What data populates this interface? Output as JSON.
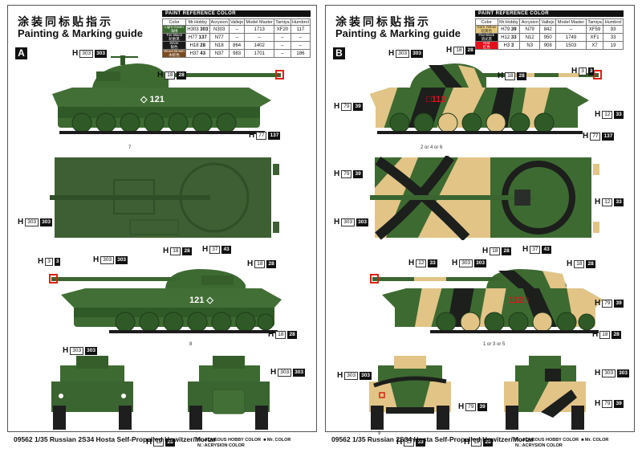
{
  "panels": [
    {
      "id": "A",
      "title_cn": "涂装同标贴指示",
      "title_en": "Painting & Marking guide",
      "scheme_letter": "A",
      "paint_table": {
        "header": "PAINT REFERENCE COLOR",
        "columns": [
          "Color",
          "Mr.Hobby",
          "Acrysion",
          "Vallejo",
          "Model Master",
          "Tamiya",
          "Humbrol"
        ],
        "rows": [
          {
            "color": "Light Green",
            "color_cn": "浅绿",
            "swatch": "#3a6b2e",
            "mr_hobby_h": "303",
            "mr_color": "303",
            "acrysion": "N303",
            "vallejo": "–",
            "model_master": "1713",
            "tamiya": "XF20",
            "humbrol": "117"
          },
          {
            "color": "Tire Black",
            "color_cn": "轮胎黑",
            "swatch": "#1a1a1a",
            "mr_hobby_h": "77",
            "mr_color": "137",
            "acrysion": "N77",
            "vallejo": "–",
            "model_master": "–",
            "tamiya": "–",
            "humbrol": "–"
          },
          {
            "color": "Silver",
            "color_cn": "银色",
            "swatch": "#1a1a1a",
            "mr_hobby_h": "18",
            "mr_color": "28",
            "acrysion": "N18",
            "vallejo": "864",
            "model_master": "1402",
            "tamiya": "–",
            "humbrol": "–"
          },
          {
            "color": "Wood Brown",
            "color_cn": "木棕色",
            "swatch": "#7a4a1e",
            "mr_hobby_h": "37",
            "mr_color": "43",
            "acrysion": "N37",
            "vallejo": "983",
            "model_master": "1701",
            "tamiya": "–",
            "humbrol": "186"
          }
        ]
      },
      "callouts": [
        {
          "id": "a-top-303",
          "h": "303",
          "c": "303"
        },
        {
          "id": "a-side1-18",
          "h": "18",
          "c": "28"
        },
        {
          "id": "a-side1-77",
          "h": "77",
          "c": "137"
        },
        {
          "id": "a-top-left-303",
          "h": "303",
          "c": "303"
        },
        {
          "id": "a-side2-18a",
          "h": "18",
          "c": "28"
        },
        {
          "id": "a-side2-37",
          "h": "37",
          "c": "43"
        },
        {
          "id": "a-side2-3",
          "h": "3",
          "c": "3"
        },
        {
          "id": "a-side2-303",
          "h": "303",
          "c": "303"
        },
        {
          "id": "a-side2-18b",
          "h": "18",
          "c": "28"
        },
        {
          "id": "a-side2-18c",
          "h": "18",
          "c": "28"
        },
        {
          "id": "a-front-303",
          "h": "303",
          "c": "303"
        },
        {
          "id": "a-rear-303",
          "h": "303",
          "c": "303"
        },
        {
          "id": "a-bottom-18",
          "h": "18",
          "c": "28"
        }
      ],
      "decal_notes": {
        "side1": "7",
        "side2": "8"
      },
      "vehicle_number_1": "121",
      "vehicle_number_2": "121",
      "camo": {
        "base": "#3d6a31",
        "dark": "#2d5224",
        "tan": null,
        "black": null
      }
    },
    {
      "id": "B",
      "title_cn": "涂装同标贴指示",
      "title_en": "Painting & Marking guide",
      "scheme_letter": "B",
      "paint_table": {
        "header": "PAINT REFERENCE COLOR",
        "columns": [
          "Color",
          "Mr.Hobby",
          "Acrysion",
          "Vallejo",
          "Model Master",
          "Tamiya",
          "Humbrol"
        ],
        "rows": [
          {
            "color": "Dark Yellow",
            "color_cn": "暗黄色",
            "swatch": "#e6c77a",
            "mr_hobby_h": "79",
            "mr_color": "39",
            "acrysion": "N79",
            "vallejo": "842",
            "model_master": "–",
            "tamiya": "XF59",
            "humbrol": "93"
          },
          {
            "color": "Flat Black",
            "color_cn": "消光黑",
            "swatch": "#111111",
            "mr_hobby_h": "12",
            "mr_color": "33",
            "acrysion": "N12",
            "vallejo": "950",
            "model_master": "1749",
            "tamiya": "XF1",
            "humbrol": "33"
          },
          {
            "color": "Red",
            "color_cn": "红色",
            "swatch": "#e3101a",
            "mr_hobby_h": "3",
            "mr_color": "3",
            "acrysion": "N3",
            "vallejo": "908",
            "model_master": "1503",
            "tamiya": "X7",
            "humbrol": "19"
          }
        ]
      },
      "callouts": [
        {
          "id": "b-top-303",
          "h": "303",
          "c": "303"
        },
        {
          "id": "b-top-18",
          "h": "18",
          "c": "28"
        },
        {
          "id": "b-side1-18",
          "h": "18",
          "c": "28"
        },
        {
          "id": "b-side1-3",
          "h": "3",
          "c": "3"
        },
        {
          "id": "b-side1-79",
          "h": "79",
          "c": "39"
        },
        {
          "id": "b-side1-12",
          "h": "12",
          "c": "33"
        },
        {
          "id": "b-side1-77",
          "h": "77",
          "c": "137"
        },
        {
          "id": "b-top-79",
          "h": "79",
          "c": "39"
        },
        {
          "id": "b-top-12",
          "h": "12",
          "c": "33"
        },
        {
          "id": "b-top-303b",
          "h": "303",
          "c": "303"
        },
        {
          "id": "b-side2-18a",
          "h": "18",
          "c": "28"
        },
        {
          "id": "b-side2-37",
          "h": "37",
          "c": "43"
        },
        {
          "id": "b-side2-12",
          "h": "12",
          "c": "33"
        },
        {
          "id": "b-side2-303",
          "h": "303",
          "c": "303"
        },
        {
          "id": "b-side2-18b",
          "h": "18",
          "c": "28"
        },
        {
          "id": "b-side2-79",
          "h": "79",
          "c": "39"
        },
        {
          "id": "b-side2-18c",
          "h": "18",
          "c": "28"
        },
        {
          "id": "b-front-303",
          "h": "303",
          "c": "303"
        },
        {
          "id": "b-front-79",
          "h": "79",
          "c": "39"
        },
        {
          "id": "b-rear-303",
          "h": "303",
          "c": "303"
        },
        {
          "id": "b-rear-79",
          "h": "79",
          "c": "39"
        },
        {
          "id": "b-bottom-12",
          "h": "12",
          "c": "33"
        },
        {
          "id": "b-bottom-18",
          "h": "18",
          "c": "28"
        }
      ],
      "decal_notes": {
        "side1": "2 or 4 or 6",
        "side2": "1 or 3 or 5",
        "front": "9"
      },
      "vehicle_number_1": "112",
      "vehicle_number_2": "112",
      "camo": {
        "base": "#3d6a31",
        "dark": "#2d5224",
        "tan": "#e2c487",
        "black": "#1c1f1c"
      }
    }
  ],
  "legend": {
    "h_label": "H",
    "h_text": "AQUEOUS HOBBY COLOR",
    "n_label": "N",
    "n_text": "ACRYSION COLOR",
    "mr_text": "Mr. COLOR"
  },
  "caption": "09562 1/35 Russian 2S34 Hosta Self-Propelled Howitzer/Mortar"
}
